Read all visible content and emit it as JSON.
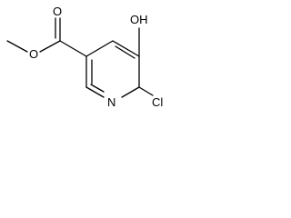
{
  "molecule": {
    "atoms": {
      "oh": "OH",
      "cl": "Cl",
      "n": "N",
      "o_ester": "O",
      "o_carbonyl": "O"
    }
  }
}
